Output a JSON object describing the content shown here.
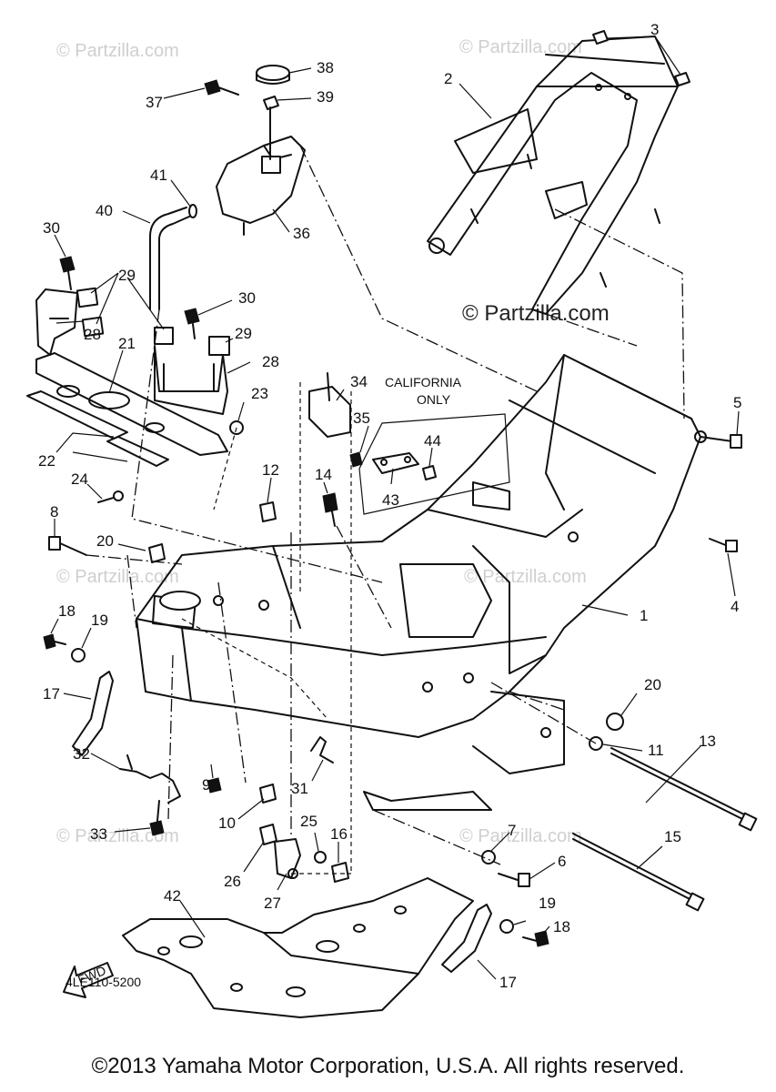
{
  "diagram": {
    "code": "4LE110-5200",
    "copyright": "©2013 Yamaha Motor Corporation, U.S.A. All rights reserved.",
    "watermark": "© Partzilla.com",
    "faint_watermark": "© Partzilla.com",
    "note_california": "CALIFORNIA",
    "note_only": "ONLY",
    "fwd_arrow": "FWD",
    "callouts": {
      "c1": "1",
      "c2": "2",
      "c3": "3",
      "c4": "4",
      "c5": "5",
      "c6": "6",
      "c7": "7",
      "c8": "8",
      "c9": "9",
      "c10": "10",
      "c11": "11",
      "c12": "12",
      "c13": "13",
      "c14": "14",
      "c15": "15",
      "c16": "16",
      "c17a": "17",
      "c17b": "17",
      "c18a": "18",
      "c18b": "18",
      "c19a": "19",
      "c19b": "19",
      "c20a": "20",
      "c20b": "20",
      "c21": "21",
      "c22": "22",
      "c23": "23",
      "c24": "24",
      "c25": "25",
      "c26": "26",
      "c27": "27",
      "c28a": "28",
      "c28b": "28",
      "c29a": "29",
      "c29b": "29",
      "c30a": "30",
      "c30b": "30",
      "c31": "31",
      "c32": "32",
      "c33": "33",
      "c34": "34",
      "c35": "35",
      "c36": "36",
      "c37": "37",
      "c38": "38",
      "c39": "39",
      "c40": "40",
      "c41": "41",
      "c42": "42",
      "c43": "43",
      "c44": "44"
    }
  }
}
